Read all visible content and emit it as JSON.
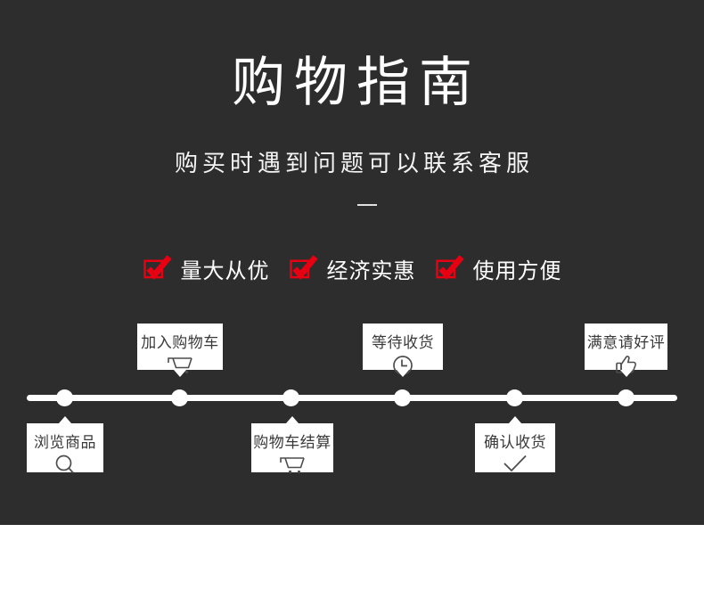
{
  "theme": {
    "background_dark": "#2d2d2d",
    "card_white": "#ffffff",
    "accent_red": "#e60012",
    "card_text": "#3a3a3a"
  },
  "header": {
    "title": "购物指南",
    "subtitle": "购买时遇到问题可以联系客服"
  },
  "features": [
    {
      "label": "量大从优",
      "icon": "red-checkbox-icon"
    },
    {
      "label": "经济实惠",
      "icon": "red-checkbox-icon"
    },
    {
      "label": "使用方便",
      "icon": "red-checkbox-icon"
    }
  ],
  "timeline": {
    "steps": [
      {
        "label": "浏览商品",
        "icon": "magnifier-icon",
        "position": "below"
      },
      {
        "label": "加入购物车",
        "icon": "cart-icon",
        "position": "above"
      },
      {
        "label": "购物车结算",
        "icon": "cart-icon",
        "position": "below"
      },
      {
        "label": "等待收货",
        "icon": "clock-icon",
        "position": "above"
      },
      {
        "label": "确认收货",
        "icon": "check-icon",
        "position": "below"
      },
      {
        "label": "满意请好评",
        "icon": "thumbs-up-icon",
        "position": "above"
      }
    ]
  }
}
